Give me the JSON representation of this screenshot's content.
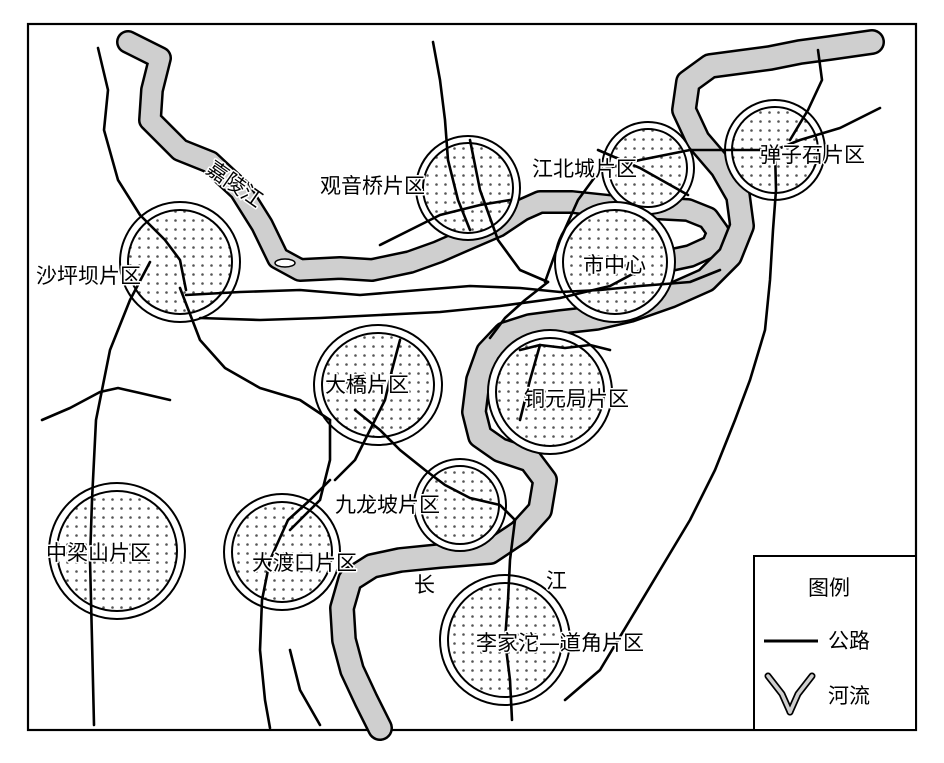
{
  "rivers": {
    "jialing": "嘉陵江",
    "yangtze_1": "长",
    "yangtze_2": "江"
  },
  "districts": {
    "guanyinqiao": "观音桥片区",
    "jiangbeicheng": "江北城片区",
    "danzishi": "弹子石片区",
    "shapingba": "沙坪坝片区",
    "shizhongxin": "市中心",
    "daqiao": "大橋片区",
    "tongyuanju": "铜元局片区",
    "jiulongpo": "九龙坡片区",
    "zhongliangshan": "中梁山片区",
    "dadukou": "大渡口片区",
    "lijiatuo": "李家沱—道角片区"
  },
  "legend": {
    "title": "图例",
    "road": "公路",
    "river": "河流"
  },
  "colors": {
    "river_fill": "#cfcfcf",
    "outline": "#000000",
    "dot": "#555555",
    "background": "#ffffff"
  }
}
